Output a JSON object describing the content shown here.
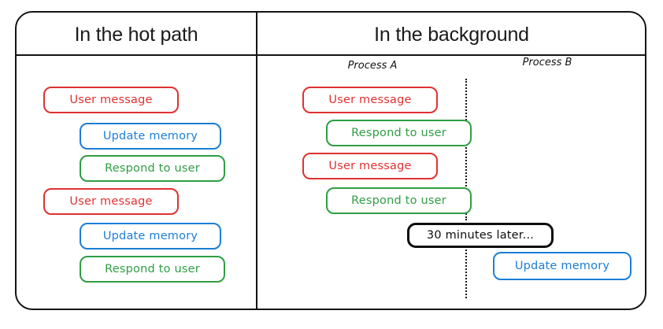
{
  "figure": {
    "colors": {
      "user_message": "#e03131",
      "update_memory": "#1c7ed6",
      "respond_to_user": "#2f9e44",
      "note": "#0d0d0d",
      "frame": "#141414"
    }
  },
  "panels": {
    "left": {
      "title": "In the hot path",
      "steps": [
        {
          "label": "User message",
          "kind": "red"
        },
        {
          "label": "Update memory",
          "kind": "blue"
        },
        {
          "label": "Respond to user",
          "kind": "green"
        },
        {
          "label": "User message",
          "kind": "red"
        },
        {
          "label": "Update memory",
          "kind": "blue"
        },
        {
          "label": "Respond to user",
          "kind": "green"
        }
      ]
    },
    "right": {
      "title": "In the background",
      "process_a_label": "Process A",
      "process_b_label": "Process B",
      "process_a_steps": [
        {
          "label": "User message",
          "kind": "red"
        },
        {
          "label": "Respond to user",
          "kind": "green"
        },
        {
          "label": "User message",
          "kind": "red"
        },
        {
          "label": "Respond to user",
          "kind": "green"
        }
      ],
      "time_note": "30 minutes later...",
      "process_b_steps": [
        {
          "label": "Update memory",
          "kind": "blue"
        }
      ]
    }
  }
}
